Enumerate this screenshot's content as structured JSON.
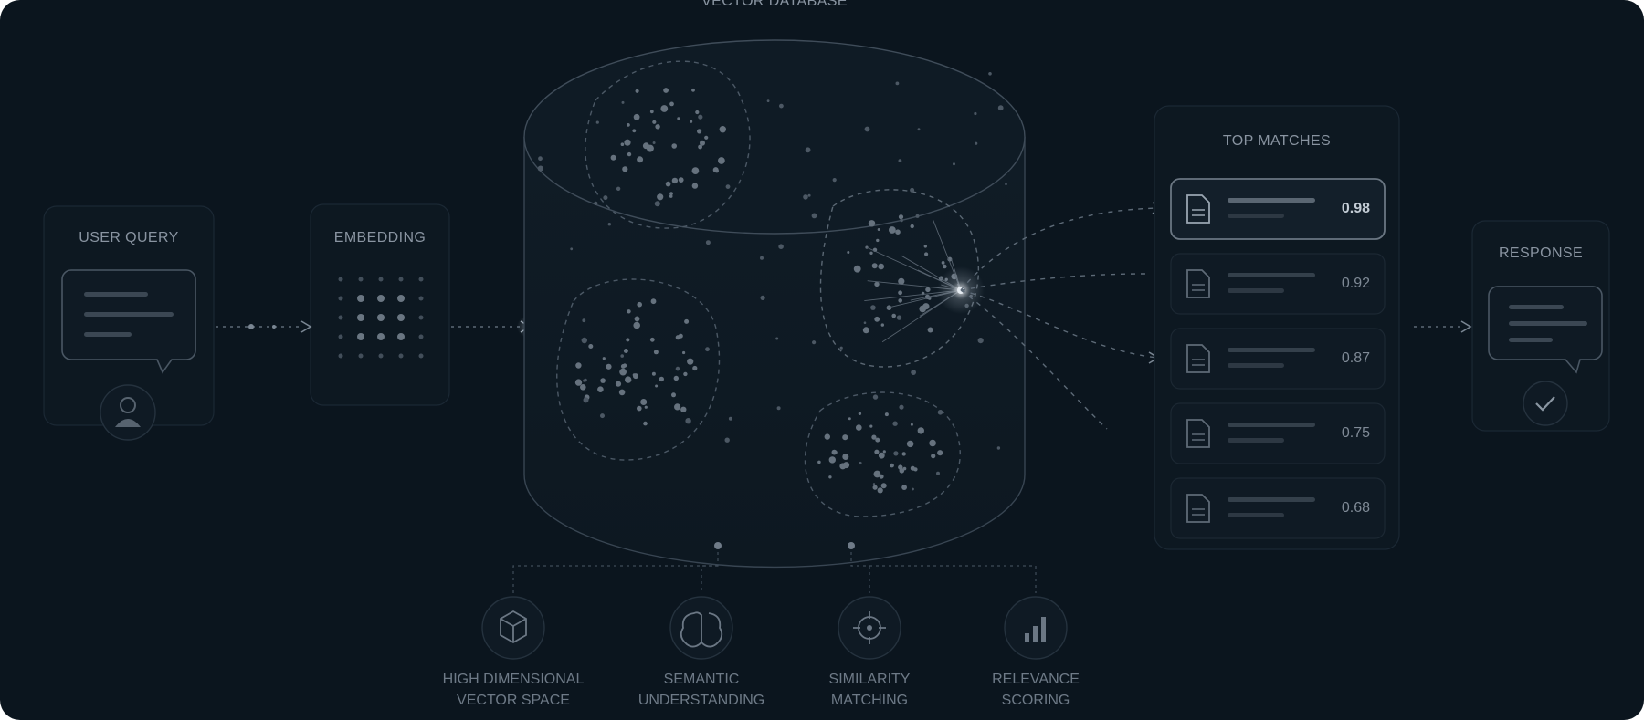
{
  "title": "VECTOR DATABASE",
  "steps": {
    "query": "USER QUERY",
    "embedding": "EMBEDDING",
    "matches": "TOP MATCHES",
    "response": "RESPONSE"
  },
  "matches": [
    {
      "score": "0.98",
      "highlighted": true
    },
    {
      "score": "0.92",
      "highlighted": false
    },
    {
      "score": "0.87",
      "highlighted": false
    },
    {
      "score": "0.75",
      "highlighted": false
    },
    {
      "score": "0.68",
      "highlighted": false
    }
  ],
  "features": [
    {
      "line1": "HIGH DIMENSIONAL",
      "line2": "VECTOR SPACE",
      "icon": "cube-icon"
    },
    {
      "line1": "SEMANTIC",
      "line2": "UNDERSTANDING",
      "icon": "brain-icon"
    },
    {
      "line1": "SIMILARITY",
      "line2": "MATCHING",
      "icon": "target-icon"
    },
    {
      "line1": "RELEVANCE",
      "line2": "SCORING",
      "icon": "bar-chart-icon"
    }
  ],
  "colors": {
    "background": "#0b151e",
    "panel_stroke": "#1f2d3a",
    "line": "#5d6a77",
    "dot": "#6f7b88",
    "glow": "#c9d3dc"
  }
}
